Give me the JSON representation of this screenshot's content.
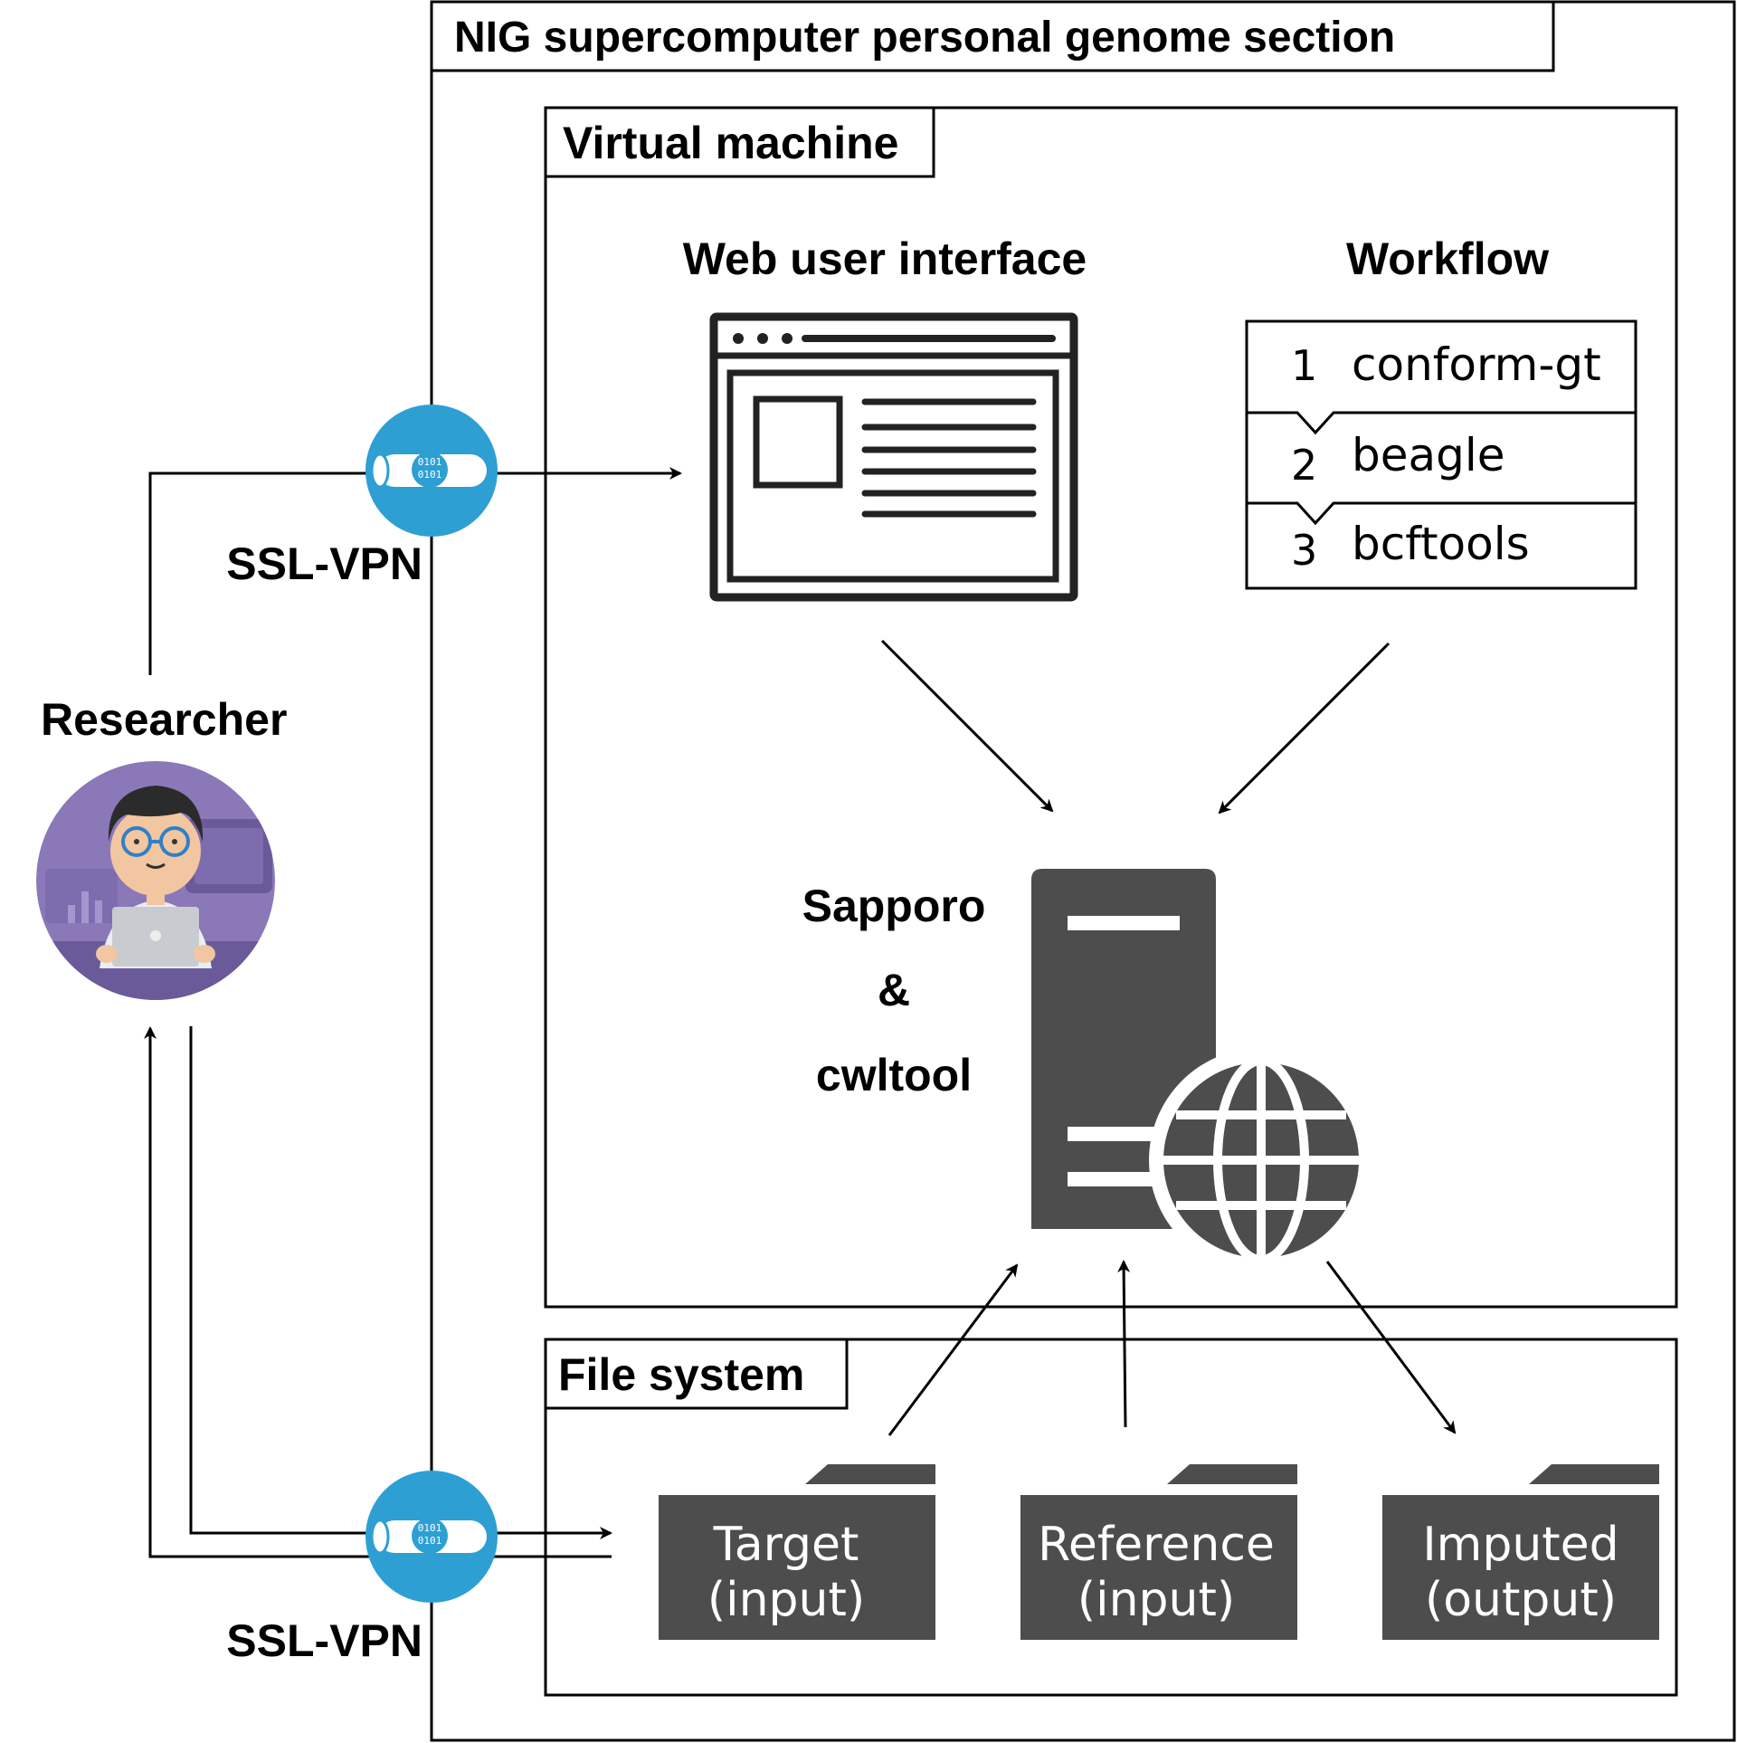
{
  "outer_section": {
    "title": "NIG supercomputer personal genome section"
  },
  "vm": {
    "title": "Virtual machine",
    "web_ui": {
      "label": "Web user interface"
    },
    "workflow": {
      "label": "Workflow",
      "steps": [
        {
          "num": "1",
          "name": "conform-gt"
        },
        {
          "num": "2",
          "name": "beagle"
        },
        {
          "num": "3",
          "name": "bcftools"
        }
      ]
    },
    "engine": {
      "line1": "Sapporo",
      "line2": "&",
      "line3": "cwltool"
    }
  },
  "file_system": {
    "title": "File system",
    "folders": [
      {
        "line1": "Target",
        "line2": "(input)"
      },
      {
        "line1": "Reference",
        "line2": "(input)"
      },
      {
        "line1": "Imputed",
        "line2": "(output)"
      }
    ]
  },
  "researcher": {
    "label": "Researcher"
  },
  "vpn": {
    "top_label": "SSL-VPN",
    "bottom_label": "SSL-VPN",
    "glyph": "0101"
  },
  "colors": {
    "vpn_blue": "#2e9fd3",
    "dark_gray": "#4d4d4d",
    "avatar_purple": "#8a78b8",
    "line": "#000000"
  }
}
